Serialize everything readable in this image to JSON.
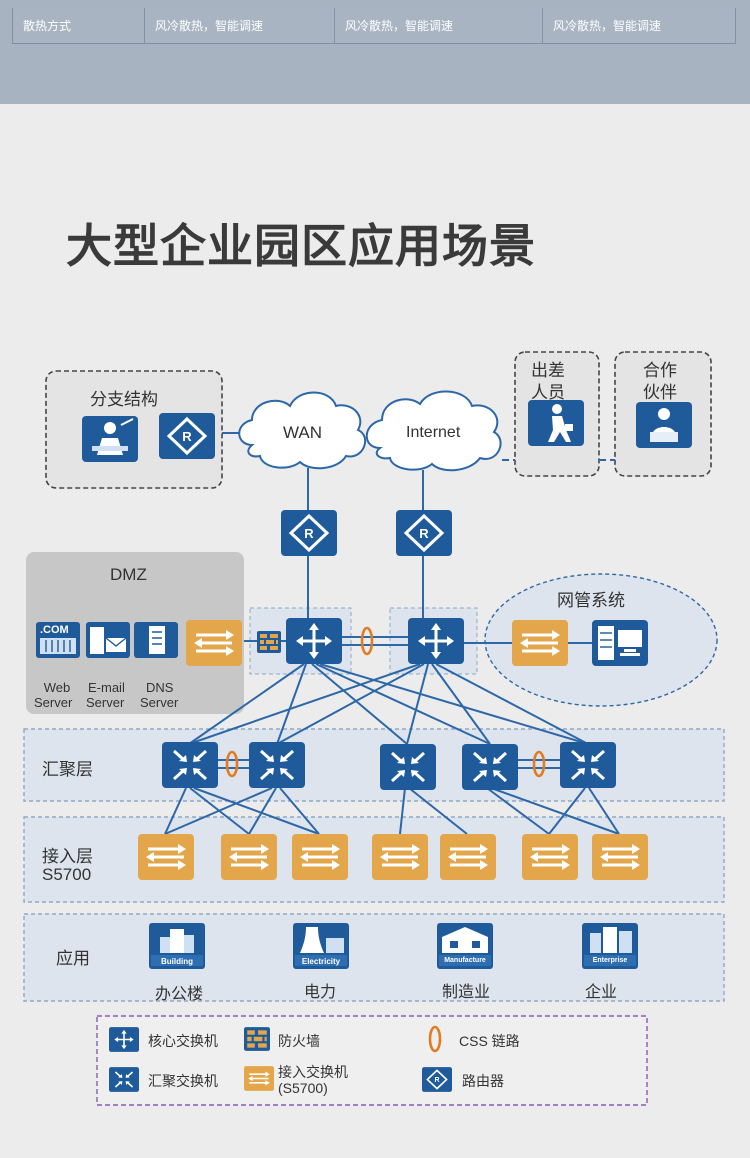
{
  "spec_table": {
    "cells": [
      "散热方式",
      "风冷散热，智能调速",
      "风冷散热，智能调速",
      "风冷散热，智能调速"
    ]
  },
  "title": "大型企业园区应用场景",
  "diagram": {
    "branch_label": "分支结构",
    "wan_label": "WAN",
    "internet_label": "Internet",
    "travel_label_1": "出差",
    "travel_label_2": "人员",
    "partner_label_1": "合作",
    "partner_label_2": "伙伴",
    "dmz_label": "DMZ",
    "com_label": ".COM",
    "servers": [
      {
        "line1": "Web",
        "line2": "Server"
      },
      {
        "line1": "E-mail",
        "line2": "Server"
      },
      {
        "line1": "DNS",
        "line2": "Server"
      }
    ],
    "nms_label": "网管系统",
    "agg_layer_label": "汇聚层",
    "access_layer_label_1": "接入层",
    "access_layer_label_2": "S5700",
    "app_layer_label": "应用",
    "apps": [
      {
        "label": "办公楼",
        "badge": "Building"
      },
      {
        "label": "电力",
        "badge": "Electricity"
      },
      {
        "label": "制造业",
        "badge": "Manufacture"
      },
      {
        "label": "企业",
        "badge": "Enterprise"
      }
    ]
  },
  "legend": {
    "core_switch": "核心交换机",
    "firewall": "防火墙",
    "css_link": "CSS 链路",
    "agg_switch": "汇聚交换机",
    "access_switch_1": "接入交换机",
    "access_switch_2": "(S5700)",
    "router": "路由器"
  },
  "colors": {
    "blue": "#1f5b9a",
    "orange": "#e4a64a",
    "link": "#2c67a8",
    "css_link": "#e07b22",
    "panel": "#dde4ed",
    "panel_border": "#8fa8c7"
  }
}
